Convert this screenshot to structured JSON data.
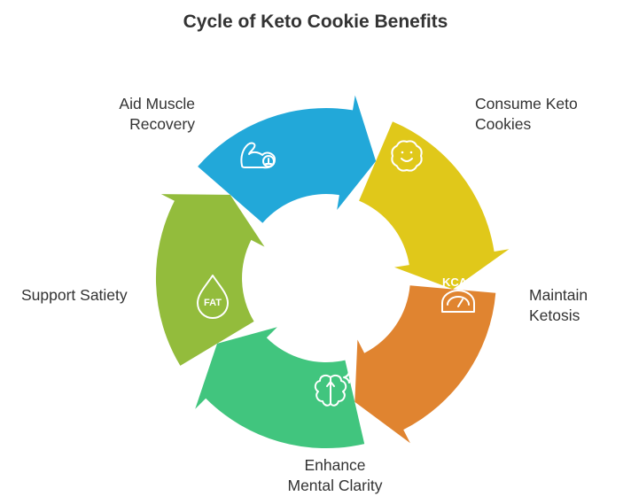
{
  "title": "Cycle of Keto Cookie Benefits",
  "steps": [
    {
      "lines": [
        "Consume Keto",
        "Cookies"
      ],
      "color": "#e0c81a",
      "icon": "smiley-cookie-icon"
    },
    {
      "lines": [
        "Maintain",
        "Ketosis"
      ],
      "color": "#e08430",
      "icon": "kcal-scale-icon"
    },
    {
      "lines": [
        "Enhance",
        "Mental Clarity"
      ],
      "color": "#41c57e",
      "icon": "brain-sparkle-icon"
    },
    {
      "lines": [
        "Support Satiety"
      ],
      "color": "#93bc3c",
      "icon": "fat-drop-icon"
    },
    {
      "lines": [
        "Aid Muscle",
        "Recovery"
      ],
      "color": "#22a8d9",
      "icon": "flexed-arm-icon"
    }
  ],
  "icon_text": {
    "kcal": "KCAL",
    "fat": "FAT"
  }
}
